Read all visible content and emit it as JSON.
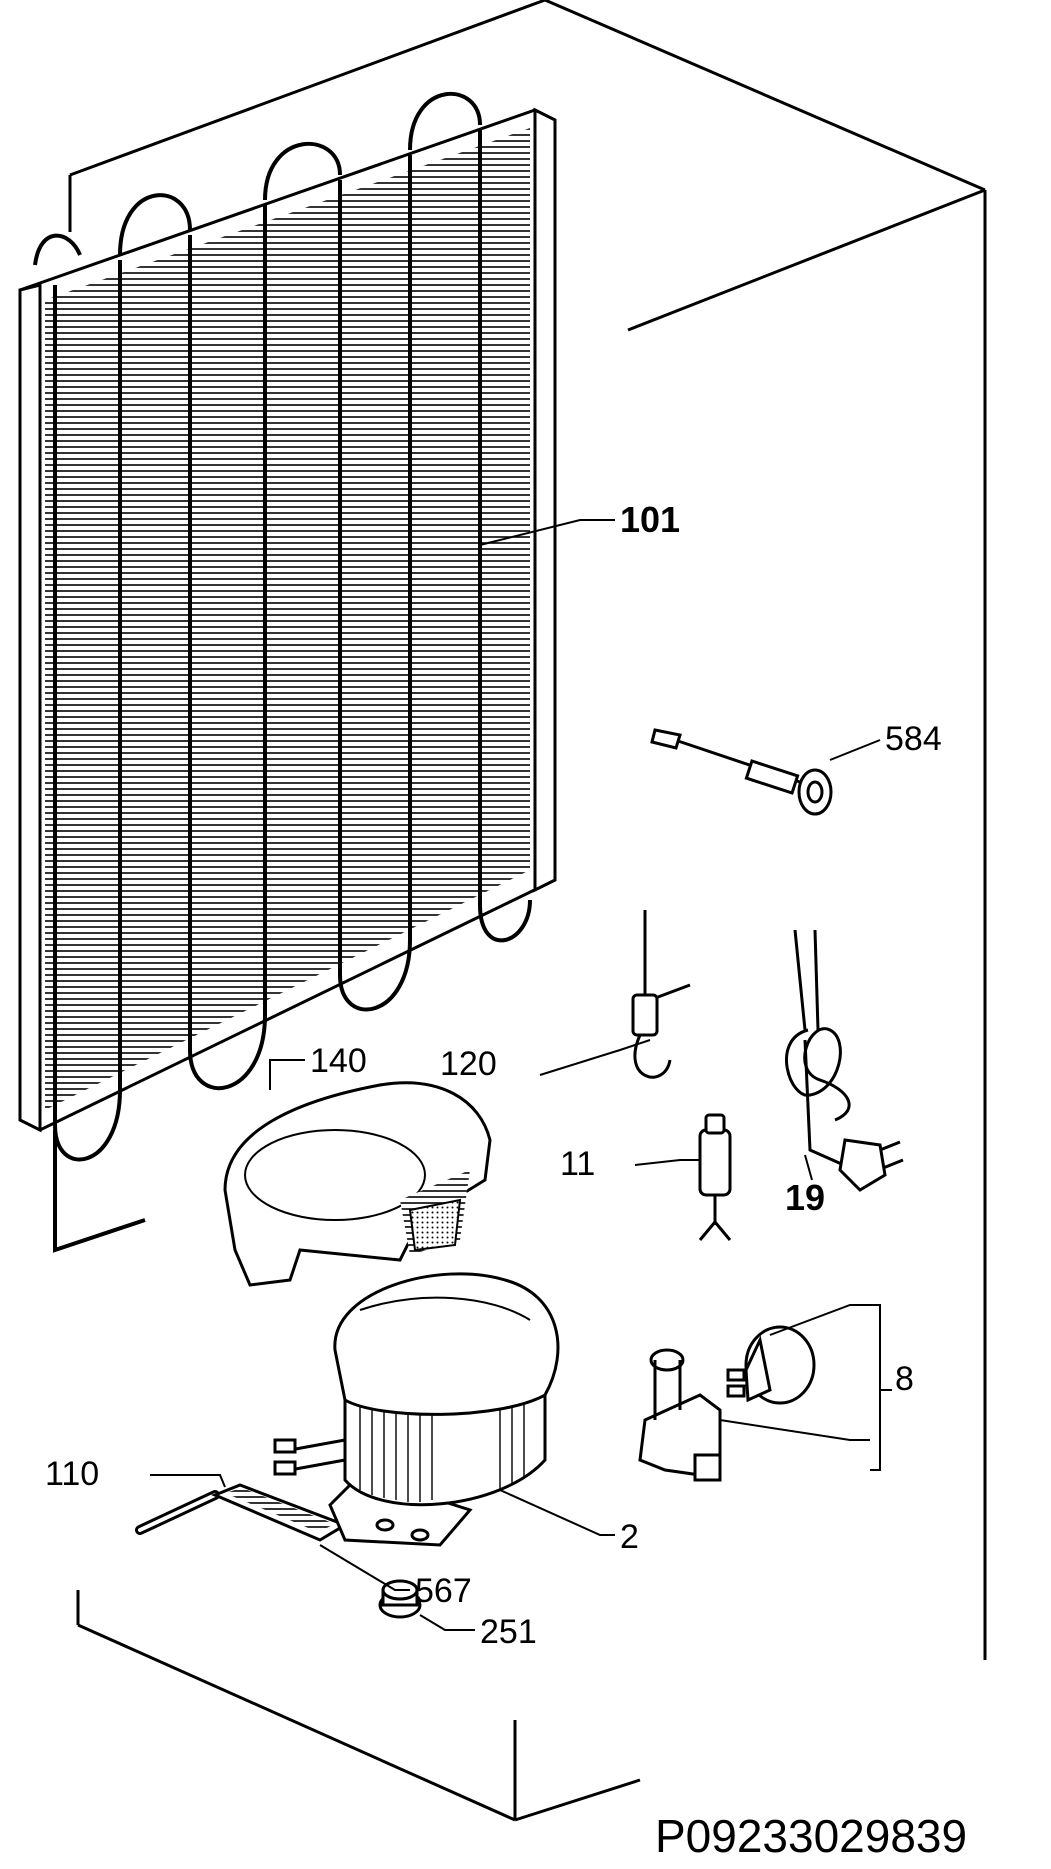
{
  "diagram": {
    "part_labels": {
      "condenser": "101",
      "thermostat_probe": "584",
      "capillary_fitting": "120",
      "compressor_tray": "140",
      "filter_drier": "11",
      "power_cord": "19",
      "relay_kit": "8",
      "pipe": "110",
      "compressor": "2",
      "mounting_plate": "567",
      "grommet": "251"
    },
    "drawing_code": "P09233029839"
  }
}
